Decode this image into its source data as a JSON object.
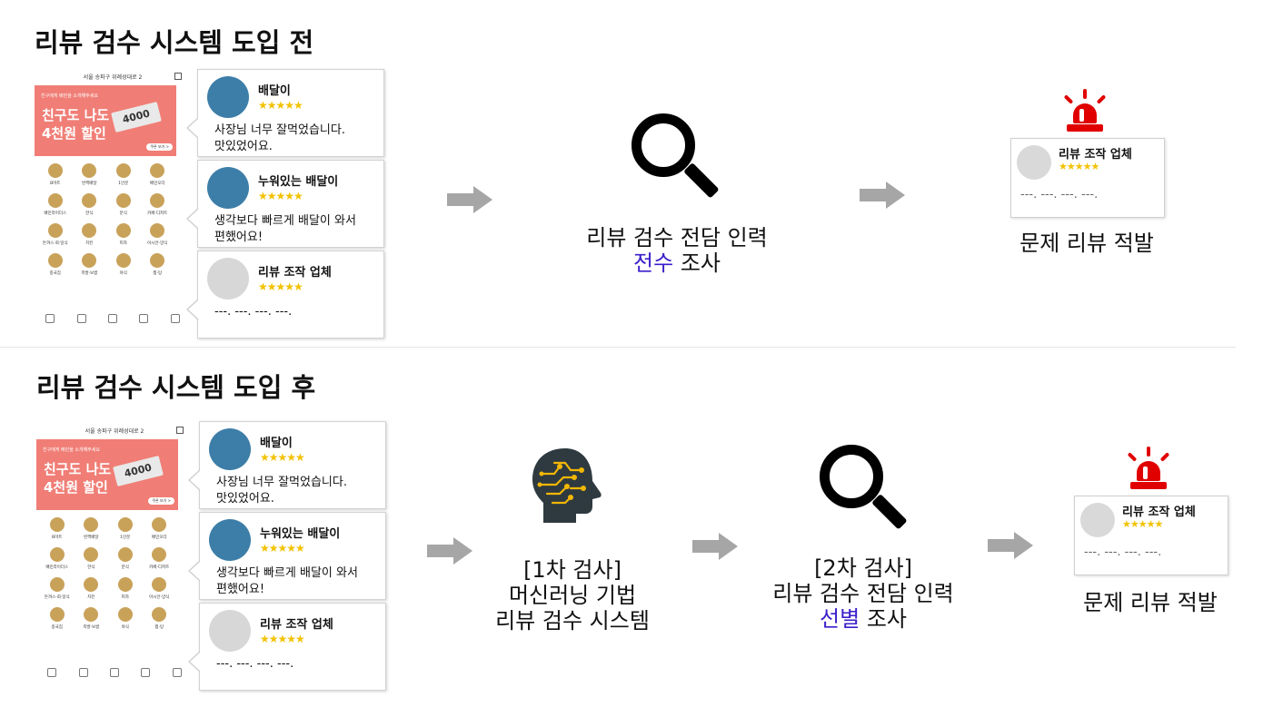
{
  "sections": [
    {
      "title": "리뷰 검수 시스템 도입 전",
      "step1_caption_line1": "리뷰 검수 전담 인력",
      "step1_caption_hl": "전수",
      "step1_caption_rest": " 조사",
      "result_caption": "문제 리뷰 적발"
    },
    {
      "title": "리뷰 검수 시스템 도입 후",
      "ml_caption_line1": "[1차 검사]",
      "ml_caption_line2": "머신러닝 기법",
      "ml_caption_line3": "리뷰 검수 시스템",
      "step2_caption_line1": "[2차 검사]",
      "step2_caption_line2": "리뷰 검수 전담 인력",
      "step2_caption_hl": "선별",
      "step2_caption_rest": " 조사",
      "result_caption": "문제 리뷰 적발"
    }
  ],
  "phone": {
    "address": "서울 송파구 위례성대로 2",
    "banner_sub": "친구에게 배민을 소개해주세요",
    "banner_line1": "친구도 나도",
    "banner_line2": "4천원 할인",
    "coupon_text": "4000",
    "banner_more": "쿠폰 보기 >",
    "categories": [
      "B마트",
      "번쩍배달",
      "1인분",
      "배민오더",
      "배민라이더스",
      "한식",
      "분식",
      "카페·디저트",
      "돈까스·회·일식",
      "치킨",
      "피자",
      "아시안·양식",
      "중국집",
      "족발·보쌈",
      "야식",
      "찜·탕"
    ]
  },
  "reviews": [
    {
      "name": "배달이",
      "stars": "★★★★★",
      "text": "사장님 너무 잘먹었습니다.\n맛있었어요."
    },
    {
      "name": "누워있는 배달이",
      "stars": "★★★★★",
      "text": "생각보다 빠르게 배달이 와서\n편했어요!"
    },
    {
      "name": "리뷰 조작 업체",
      "stars": "★★★★★",
      "text": "---. ---. ---. ---."
    }
  ],
  "result_card": {
    "name": "리뷰 조작 업체",
    "stars": "★★★★★",
    "dots": "---. ---. ---. ---."
  },
  "colors": {
    "highlight": "#3b1ecb",
    "alarm": "#e00000",
    "arrow": "#a6a6a6",
    "star": "#f2c200",
    "banner": "#f07e76"
  },
  "icons": [
    "magnifier-icon",
    "alarm-icon",
    "brain-circuit-icon",
    "arrow-right-icon"
  ]
}
